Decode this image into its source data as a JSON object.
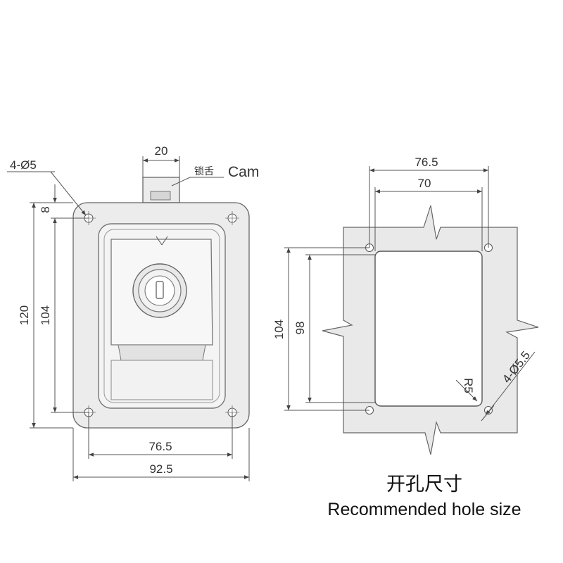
{
  "left_view": {
    "holes_label": "4-Ø5",
    "cam_width": "20",
    "cam_label_cn": "锁舌",
    "cam_label_en": "Cam",
    "top_offset": "8",
    "overall_height": "120",
    "hole_height": "104",
    "hole_width": "76.5",
    "overall_width": "92.5"
  },
  "right_view": {
    "outer_width": "76.5",
    "inner_width": "70",
    "outer_height": "104",
    "inner_height": "98",
    "corner_radius": "R5",
    "holes_label": "4-Ø5.5"
  },
  "caption": {
    "title_cn": "开孔尺寸",
    "title_en": "Recommended hole size"
  }
}
